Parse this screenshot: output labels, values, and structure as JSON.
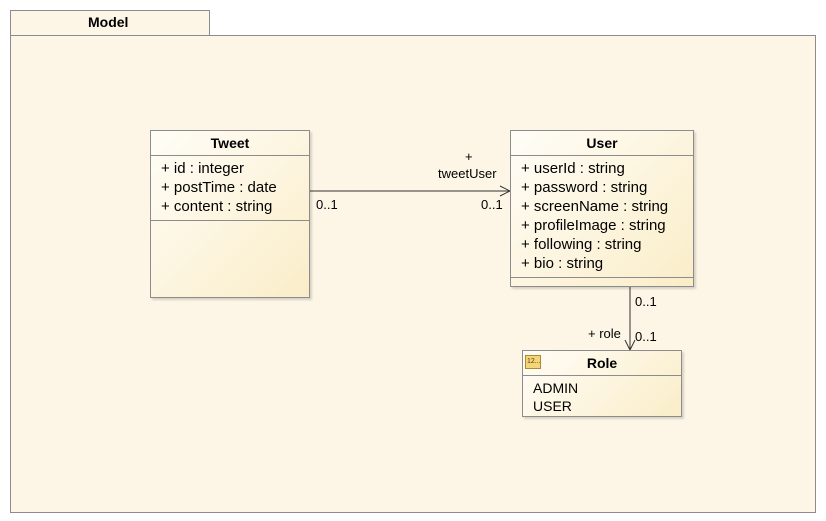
{
  "package": {
    "name": "Model"
  },
  "classes": {
    "tweet": {
      "name": "Tweet",
      "attributes": [
        "+ id : integer",
        "+ postTime : date",
        "+ content : string"
      ]
    },
    "user": {
      "name": "User",
      "attributes": [
        "+ userId : string",
        "+ password : string",
        "+ screenName : string",
        "+ profileImage : string",
        "+ following : string",
        "+ bio : string"
      ]
    },
    "role": {
      "name": "Role",
      "icon_text": "12...",
      "literals": [
        "ADMIN",
        "USER"
      ]
    }
  },
  "associations": {
    "tweet_user": {
      "role_line1": "+",
      "role_line2": "tweetUser",
      "source_multiplicity": "0..1",
      "target_multiplicity": "0..1"
    },
    "user_role": {
      "role": "+ role",
      "source_multiplicity": "0..1",
      "target_multiplicity": "0..1"
    }
  },
  "colors": {
    "fill": "#fdf6e6",
    "border": "#8c8c8c",
    "line": "#333333"
  }
}
